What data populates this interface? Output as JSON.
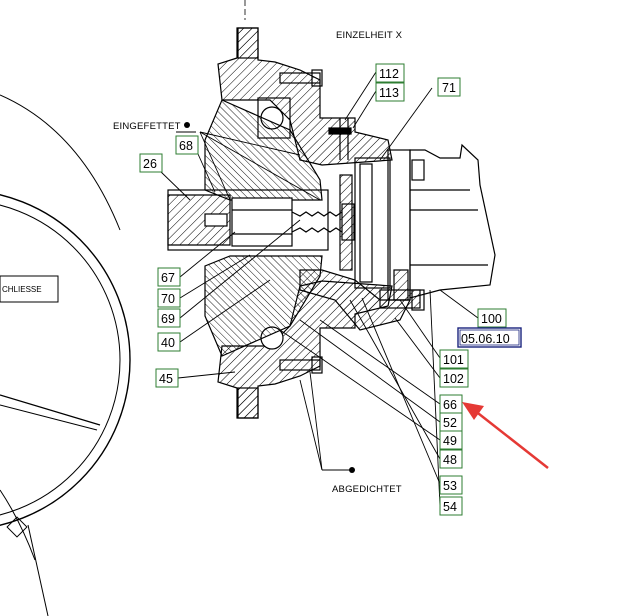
{
  "header": {
    "title": "EINZELHEIT   X"
  },
  "notes": {
    "greased": "EINGEFETTET",
    "sealed": "ABGEDICHTET",
    "left_box": "CHLIESSE"
  },
  "date_box": "05.06.10",
  "callouts": [
    "112",
    "113",
    "71",
    "26",
    "68",
    "67",
    "70",
    "69",
    "40",
    "45",
    "100",
    "101",
    "102",
    "66",
    "52",
    "49",
    "48",
    "53",
    "54"
  ],
  "colors": {
    "callout_border": "#2e7d32",
    "date_border": "#1a237e",
    "arrow": "#e53935"
  },
  "icons": {
    "pointer": "red-arrow-icon",
    "hatch": "hatched-section-icon"
  }
}
